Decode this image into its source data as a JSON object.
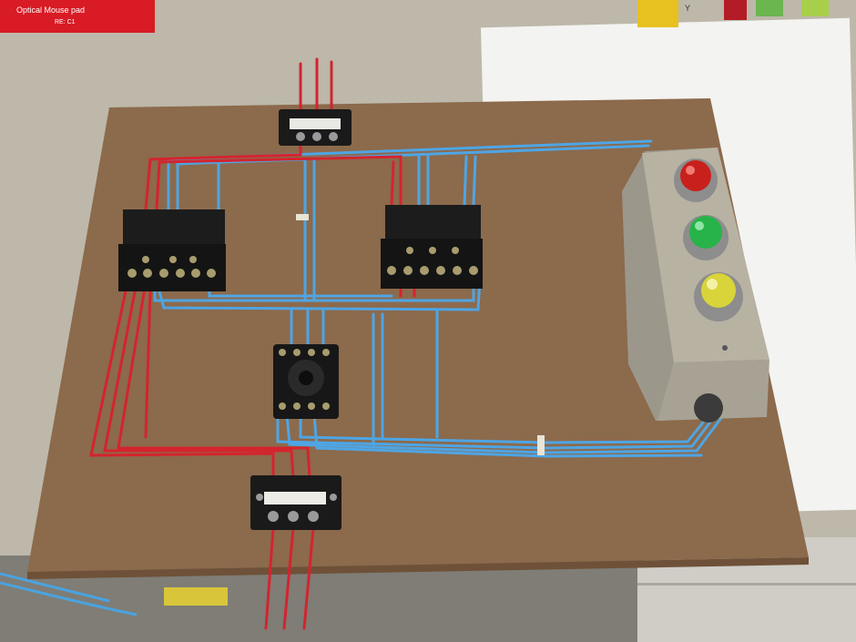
{
  "scene": {
    "box_label": "Optical Mouse pad",
    "box_subtext": "RE: C1",
    "pad_text": "Y"
  },
  "colors": {
    "board": "#8c6a4c",
    "board_dark": "#6e5138",
    "wire_red": "#d4242e",
    "wire_blue": "#52a7e6",
    "relay_black": "#1a1a1a",
    "enclosure": "#b8b2a3",
    "lamp_red": "#c8201c",
    "lamp_green": "#27b34a",
    "lamp_yellow": "#d8d43a"
  }
}
